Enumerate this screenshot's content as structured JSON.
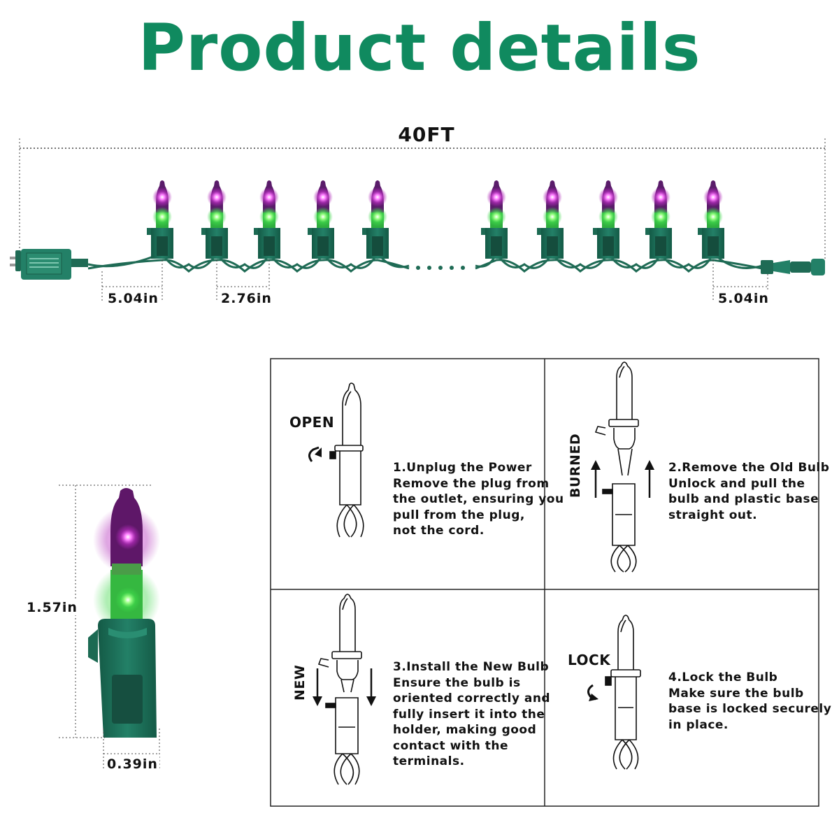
{
  "title": "Product details",
  "string_diagram": {
    "total_length": "40FT",
    "lead_in": "5.04in",
    "spacing": "2.76in",
    "lead_out": "5.04in"
  },
  "bulb_dimensions": {
    "height": "1.57in",
    "width": "0.39in"
  },
  "steps": [
    {
      "title": "1.Unplug the Power",
      "body": [
        "Remove the plug from",
        "the outlet, ensuring you",
        "pull from the plug,",
        "not the cord."
      ],
      "caption": "OPEN"
    },
    {
      "title": "2.Remove the Old Bulb",
      "body": [
        "Unlock and pull the",
        "bulb and plastic base",
        "straight out."
      ],
      "caption": "BURNED"
    },
    {
      "title": "3.Install the New Bulb",
      "body": [
        "Ensure the bulb is",
        "oriented correctly and",
        "fully insert it into the",
        "holder, making good",
        "contact with the",
        "terminals."
      ],
      "caption": "NEW"
    },
    {
      "title": "4.Lock the Bulb",
      "body": [
        "Make sure the bulb",
        "base is locked securely",
        "in place."
      ],
      "caption": "LOCK"
    }
  ],
  "colors": {
    "title_green": "#108a5f",
    "wire_green": "#1f6b55",
    "bulb_purple": "#8a1f8c",
    "bulb_green": "#3ed64a"
  }
}
